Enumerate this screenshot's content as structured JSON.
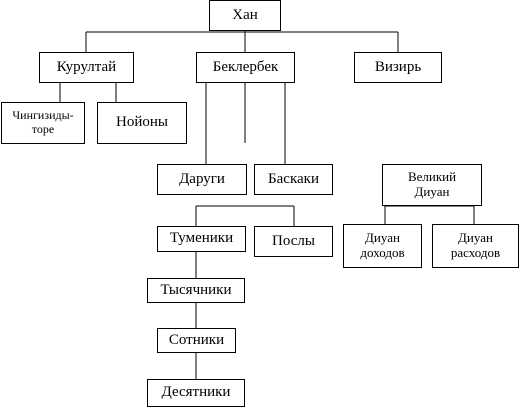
{
  "diagram": {
    "nodes": {
      "khan": "Хан",
      "kurultai": "Курултай",
      "beklerbek": "Беклербек",
      "vizir": "Визирь",
      "chingizidy": "Чингизиды-\nторе",
      "noiony": "Нойоны",
      "darugi": "Даруги",
      "baskaki": "Баскаки",
      "velikiy_diuan": "Великий\nДиуан",
      "tumeniki": "Тумeники",
      "posly": "Послы",
      "diuan_dokhodov": "Диуан\nдоходов",
      "diuan_raskhodov": "Диуан\nрасходов",
      "tysyachniki": "Тысячники",
      "sotniki": "Сотники",
      "desyatniki": "Десятники"
    },
    "colors": {
      "line": "#000000",
      "box_border": "#000000",
      "background": "#ffffff"
    }
  }
}
